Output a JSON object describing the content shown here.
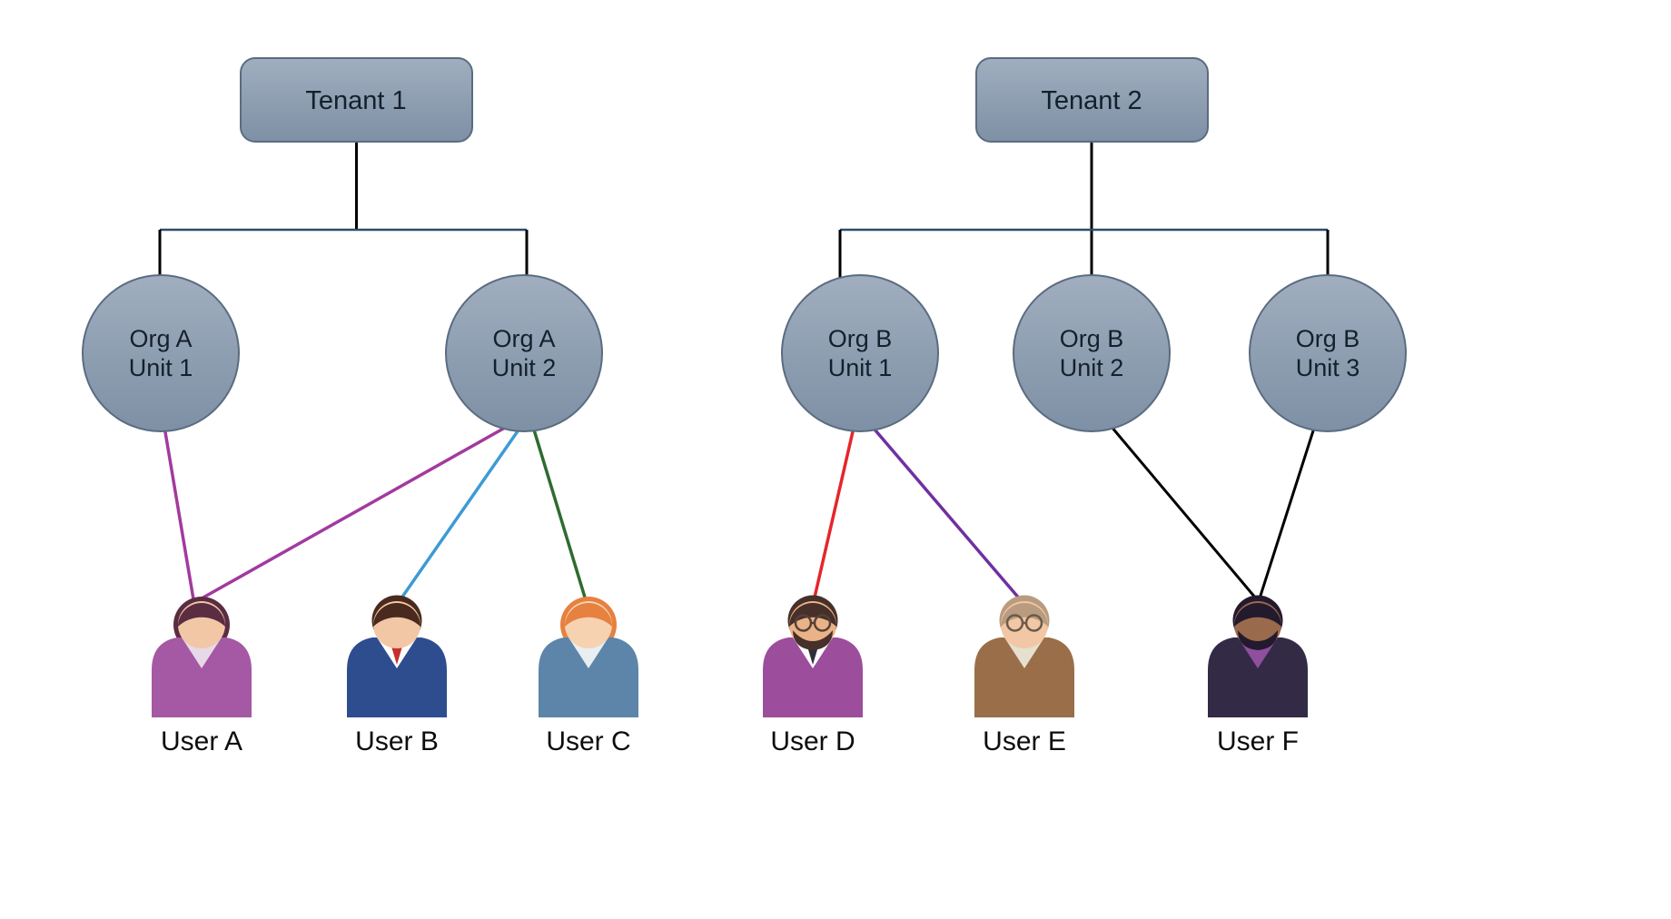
{
  "diagram": {
    "background": "#ffffff",
    "connector_color": "#000000",
    "branch_color": "#2e4d6b"
  },
  "node_style": {
    "fill_top": "#a0aebf",
    "fill_bottom": "#7e90a5",
    "stroke": "#5a6c80"
  },
  "tenants": [
    {
      "label": "Tenant 1",
      "units": [
        {
          "line1": "Org A",
          "line2": "Unit 1"
        },
        {
          "line1": "Org A",
          "line2": "Unit 2"
        }
      ]
    },
    {
      "label": "Tenant 2",
      "units": [
        {
          "line1": "Org B",
          "line2": "Unit 1"
        },
        {
          "line1": "Org B",
          "line2": "Unit 2"
        },
        {
          "line1": "Org B",
          "line2": "Unit 3"
        }
      ]
    }
  ],
  "users": [
    {
      "label": "User A",
      "colors": {
        "hair": "#5a2d42",
        "skin": "#f1c7a5",
        "body": "#a558a3",
        "shirt": "#e7d9e7"
      }
    },
    {
      "label": "User B",
      "colors": {
        "hair": "#4a2a1e",
        "skin": "#f1c7a5",
        "body": "#2e4d8f",
        "shirt": "#ffffff",
        "tie": "#c53030"
      }
    },
    {
      "label": "User C",
      "colors": {
        "hair": "#e6813f",
        "skin": "#f6d2b0",
        "body": "#5c85a9",
        "shirt": "#e8eef2"
      }
    },
    {
      "label": "User D",
      "colors": {
        "hair": "#463029",
        "skin": "#eab387",
        "body": "#9c4d9b",
        "shirt": "#ffffff",
        "tie": "#2f2f3a",
        "glasses": "#55403a"
      }
    },
    {
      "label": "User E",
      "colors": {
        "hair": "#b99c7f",
        "skin": "#f1c7a5",
        "body": "#996e48",
        "shirt": "#e6e0d0",
        "glasses": "#6b5a4a"
      }
    },
    {
      "label": "User F",
      "colors": {
        "hair": "#241a2e",
        "skin": "#9a6a4c",
        "body": "#332a45",
        "shirt": "#8f4f9e"
      }
    }
  ],
  "assignments": [
    {
      "from": "Org A Unit 1",
      "to": "User A",
      "color": "#a23a9f"
    },
    {
      "from": "Org A Unit 2",
      "to": "User A",
      "color": "#a23a9f"
    },
    {
      "from": "Org A Unit 2",
      "to": "User B",
      "color": "#3d9bd5"
    },
    {
      "from": "Org A Unit 2",
      "to": "User C",
      "color": "#2e6b30"
    },
    {
      "from": "Org B Unit 1",
      "to": "User D",
      "color": "#e5262b"
    },
    {
      "from": "Org B Unit 1",
      "to": "User E",
      "color": "#7030a0"
    },
    {
      "from": "Org B Unit 2",
      "to": "User F",
      "color": "#000000"
    },
    {
      "from": "Org B Unit 3",
      "to": "User F",
      "color": "#000000"
    }
  ]
}
